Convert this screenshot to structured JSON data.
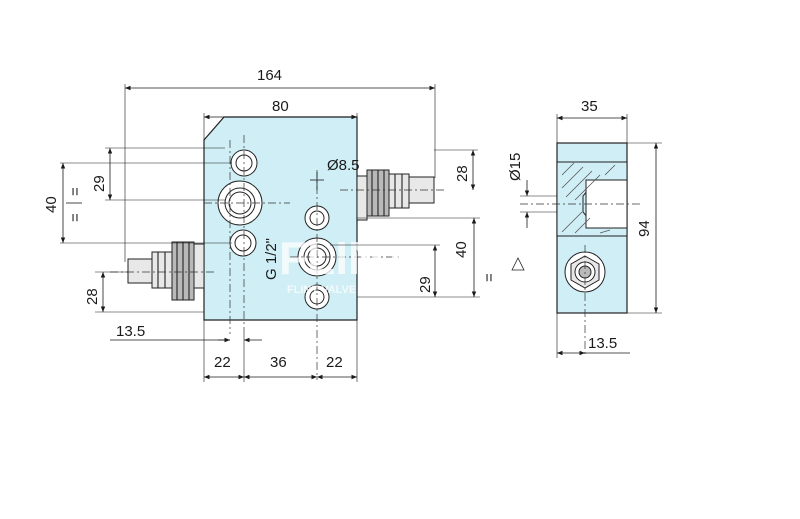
{
  "dimensions": {
    "overall_length": "164",
    "block_width": "80",
    "left_height_total": "40",
    "left_height_upper": "29",
    "left_equal_upper": "=",
    "left_equal_lower": "=",
    "right_cartridge_offset": "28",
    "bore_diameter": "Ø8.5",
    "port_thread": "G 1/2\"",
    "right_height_40": "40",
    "right_height_29": "29",
    "right_equal": "=",
    "left_cartridge_offset": "28",
    "left_offset": "13.5",
    "bottom_left": "22",
    "bottom_middle": "36",
    "bottom_right": "22",
    "side_depth": "35",
    "side_bore_diameter": "Ø15",
    "side_height": "94",
    "side_offset": "13.5"
  },
  "watermark": {
    "brand": "FLINT",
    "sub": "FLINT VALVE"
  },
  "colors": {
    "block": "#cfeef5",
    "line": "#1a1a1a"
  }
}
